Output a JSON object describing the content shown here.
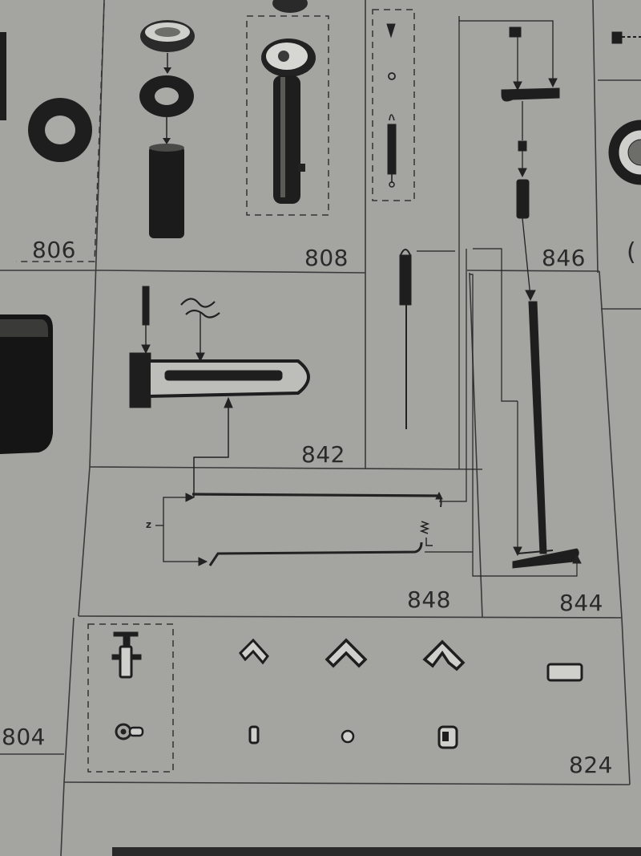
{
  "parts": {
    "p806": "806",
    "p808": "808",
    "p846": "846",
    "p842": "842",
    "p848": "848",
    "p844": "844",
    "p804": "804",
    "p824": "824"
  },
  "marks": {
    "z": "z",
    "c": "("
  },
  "colors": {
    "paper": "#a9aaa6",
    "ink": "#2a2a2a",
    "part_dark": "#1e1e1e"
  }
}
